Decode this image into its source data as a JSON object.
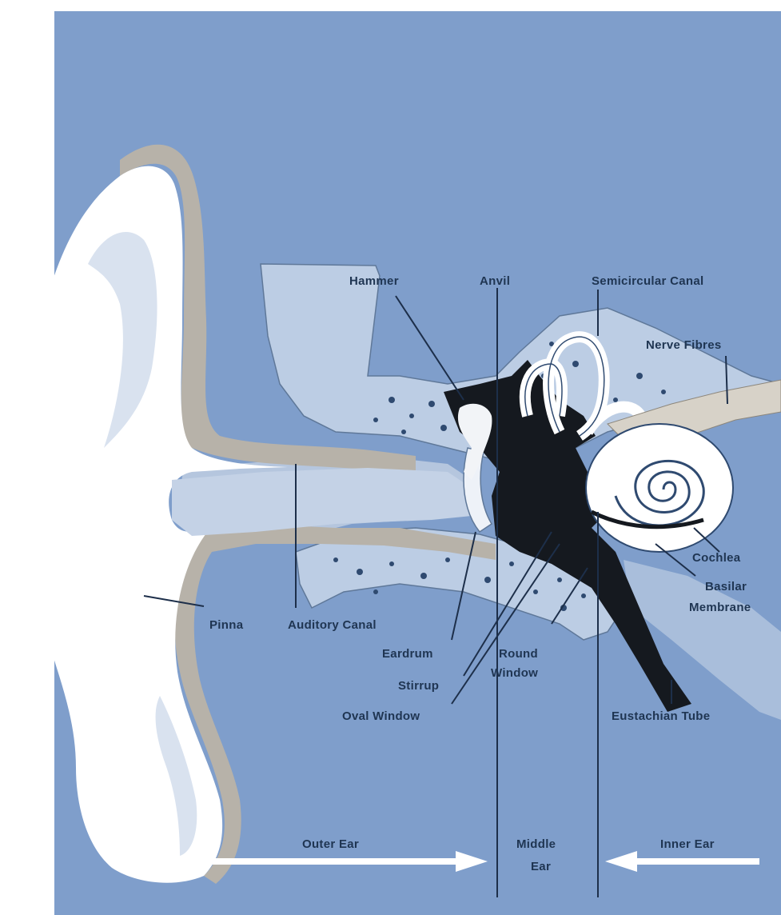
{
  "diagram": {
    "labels": {
      "hammer": "Hammer",
      "anvil": "Anvil",
      "semicircular_canal": "Semicircular Canal",
      "nerve_fibres": "Nerve Fibres",
      "cochlea": "Cochlea",
      "basilar_membrane_1": "Basilar",
      "basilar_membrane_2": "Membrane",
      "pinna": "Pinna",
      "auditory_canal": "Auditory Canal",
      "eardrum": "Eardrum",
      "stirrup": "Stirrup",
      "oval_window": "Oval Window",
      "round_window_1": "Round",
      "round_window_2": "Window",
      "eustachian_tube": "Eustachian Tube"
    },
    "regions": {
      "outer_ear": "Outer Ear",
      "middle_ear_1": "Middle",
      "middle_ear_2": "Ear",
      "inner_ear": "Inner Ear"
    },
    "colors": {
      "background": "#7f9ecb",
      "skin": "#ffffff",
      "cartilage": "#b7b2a9",
      "bone": "#bccde4",
      "ossicles": "#15191f",
      "label": "#1f3552"
    }
  }
}
